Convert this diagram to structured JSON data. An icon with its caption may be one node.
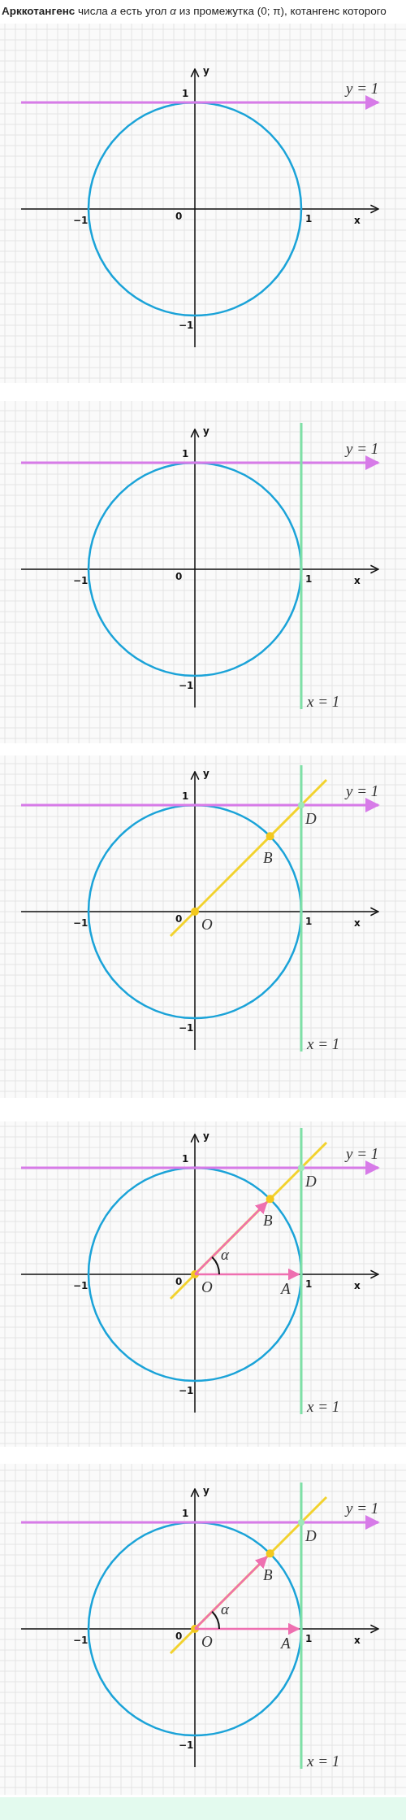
{
  "diagram": {
    "title": "**Арккотангенс** числа *a* есть угол *α* из промежутка (0; π), котангенс которого",
    "labels": [
      "y",
      "1",
      "y = 1",
      "−1",
      "0",
      "1",
      "x",
      "−1",
      "y",
      "1",
      "y = 1",
      "−1",
      "0",
      "1",
      "x",
      "−1",
      "x = 1",
      "y",
      "1",
      "y = 1",
      "D",
      "B",
      "−1",
      "0",
      "O",
      "1",
      "x",
      "−1",
      "x = 1",
      "y",
      "1",
      "y = 1",
      "D",
      "B",
      "α",
      "−1",
      "0",
      "O",
      "A",
      "1",
      "x",
      "−1",
      "x = 1",
      "y",
      "1",
      "y = 1",
      "D",
      "B",
      "α",
      "−1",
      "0",
      "O",
      "A",
      "1",
      "x",
      "−1",
      "x = 1"
    ]
  }
}
